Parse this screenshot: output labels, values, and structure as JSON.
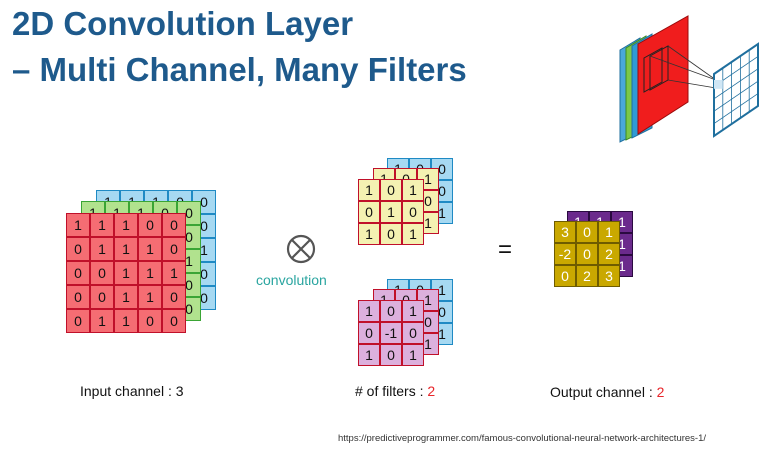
{
  "title": {
    "line1": "2D Convolution Layer",
    "line2": "– Multi Channel, Many Filters"
  },
  "convolution_label": "convolution",
  "equals": "=",
  "input": {
    "label": "Input channel : 3",
    "layers": [
      {
        "color": "#a6d9f2",
        "border": "#1f8ac4",
        "cells": [
          [
            "1",
            "1",
            "1",
            "0",
            "0"
          ],
          [
            "0",
            "1",
            "1",
            "1",
            "0"
          ],
          [
            "0",
            "0",
            "1",
            "1",
            "1"
          ],
          [
            "0",
            "0",
            "1",
            "1",
            "0"
          ],
          [
            "0",
            "1",
            "1",
            "0",
            "0"
          ]
        ]
      },
      {
        "color": "#b1e28e",
        "border": "#3aa535",
        "cells": [
          [
            "1",
            "1",
            "1",
            "0",
            "0"
          ],
          [
            "0",
            "1",
            "1",
            "1",
            "0"
          ],
          [
            "0",
            "0",
            "1",
            "1",
            "1"
          ],
          [
            "0",
            "0",
            "1",
            "1",
            "0"
          ],
          [
            "0",
            "1",
            "1",
            "0",
            "0"
          ]
        ]
      },
      {
        "color": "#f56d73",
        "border": "#c0102a",
        "cells": [
          [
            "1",
            "1",
            "1",
            "0",
            "0"
          ],
          [
            "0",
            "1",
            "1",
            "1",
            "0"
          ],
          [
            "0",
            "0",
            "1",
            "1",
            "1"
          ],
          [
            "0",
            "0",
            "1",
            "1",
            "0"
          ],
          [
            "0",
            "1",
            "1",
            "0",
            "0"
          ]
        ]
      }
    ]
  },
  "filters": {
    "label_text": "# of filters : ",
    "label_value": "2",
    "groups": [
      {
        "layers": [
          {
            "color": "#a6d9f2",
            "border": "#1f8ac4",
            "cells": [
              [
                "1",
                "0",
                "0"
              ],
              [
                "0",
                "1",
                "0"
              ],
              [
                "1",
                "0",
                "1"
              ]
            ]
          },
          {
            "color": "#f4f1b2",
            "border": "#c0102a",
            "cells": [
              [
                "1",
                "0",
                "1"
              ],
              [
                "0",
                "1",
                "0"
              ],
              [
                "1",
                "0",
                "1"
              ]
            ]
          },
          {
            "color": "#f4f1b2",
            "border": "#c0102a",
            "cells": [
              [
                "1",
                "0",
                "1"
              ],
              [
                "0",
                "1",
                "0"
              ],
              [
                "1",
                "0",
                "1"
              ]
            ]
          }
        ]
      },
      {
        "layers": [
          {
            "color": "#a6d9f2",
            "border": "#1f8ac4",
            "cells": [
              [
                "1",
                "0",
                "1"
              ],
              [
                "0",
                "-1",
                "0"
              ],
              [
                "1",
                "0",
                "1"
              ]
            ]
          },
          {
            "color": "#dcb0dd",
            "border": "#c0102a",
            "cells": [
              [
                "1",
                "0",
                "1"
              ],
              [
                "0",
                "-1",
                "0"
              ],
              [
                "1",
                "0",
                "1"
              ]
            ]
          },
          {
            "color": "#dcb0dd",
            "border": "#c0102a",
            "cells": [
              [
                "1",
                "0",
                "1"
              ],
              [
                "0",
                "-1",
                "0"
              ],
              [
                "1",
                "0",
                "1"
              ]
            ]
          }
        ]
      }
    ]
  },
  "output": {
    "label_text": "Output channel : ",
    "label_value": "2",
    "layers": [
      {
        "color": "#6b2a8c",
        "border": "#2a0a40",
        "text_color": "#ffffff",
        "cells": [
          [
            "1",
            "1",
            "1"
          ],
          [
            "1",
            "1",
            "1"
          ],
          [
            "1",
            "1",
            "1"
          ]
        ]
      },
      {
        "color": "#c9a800",
        "border": "#6e5c00",
        "text_color": "#ffffff",
        "cells": [
          [
            "3",
            "0",
            "1"
          ],
          [
            "-2",
            "0",
            "2"
          ],
          [
            "0",
            "2",
            "3"
          ]
        ]
      }
    ]
  },
  "source_url": "https://predictiveprogrammer.com/famous-convolutional-neural-network-architectures-1/",
  "colors": {
    "title": "#1e5a8c",
    "accent_red": "#e8252a",
    "convolution_teal": "#2aa5a0"
  }
}
